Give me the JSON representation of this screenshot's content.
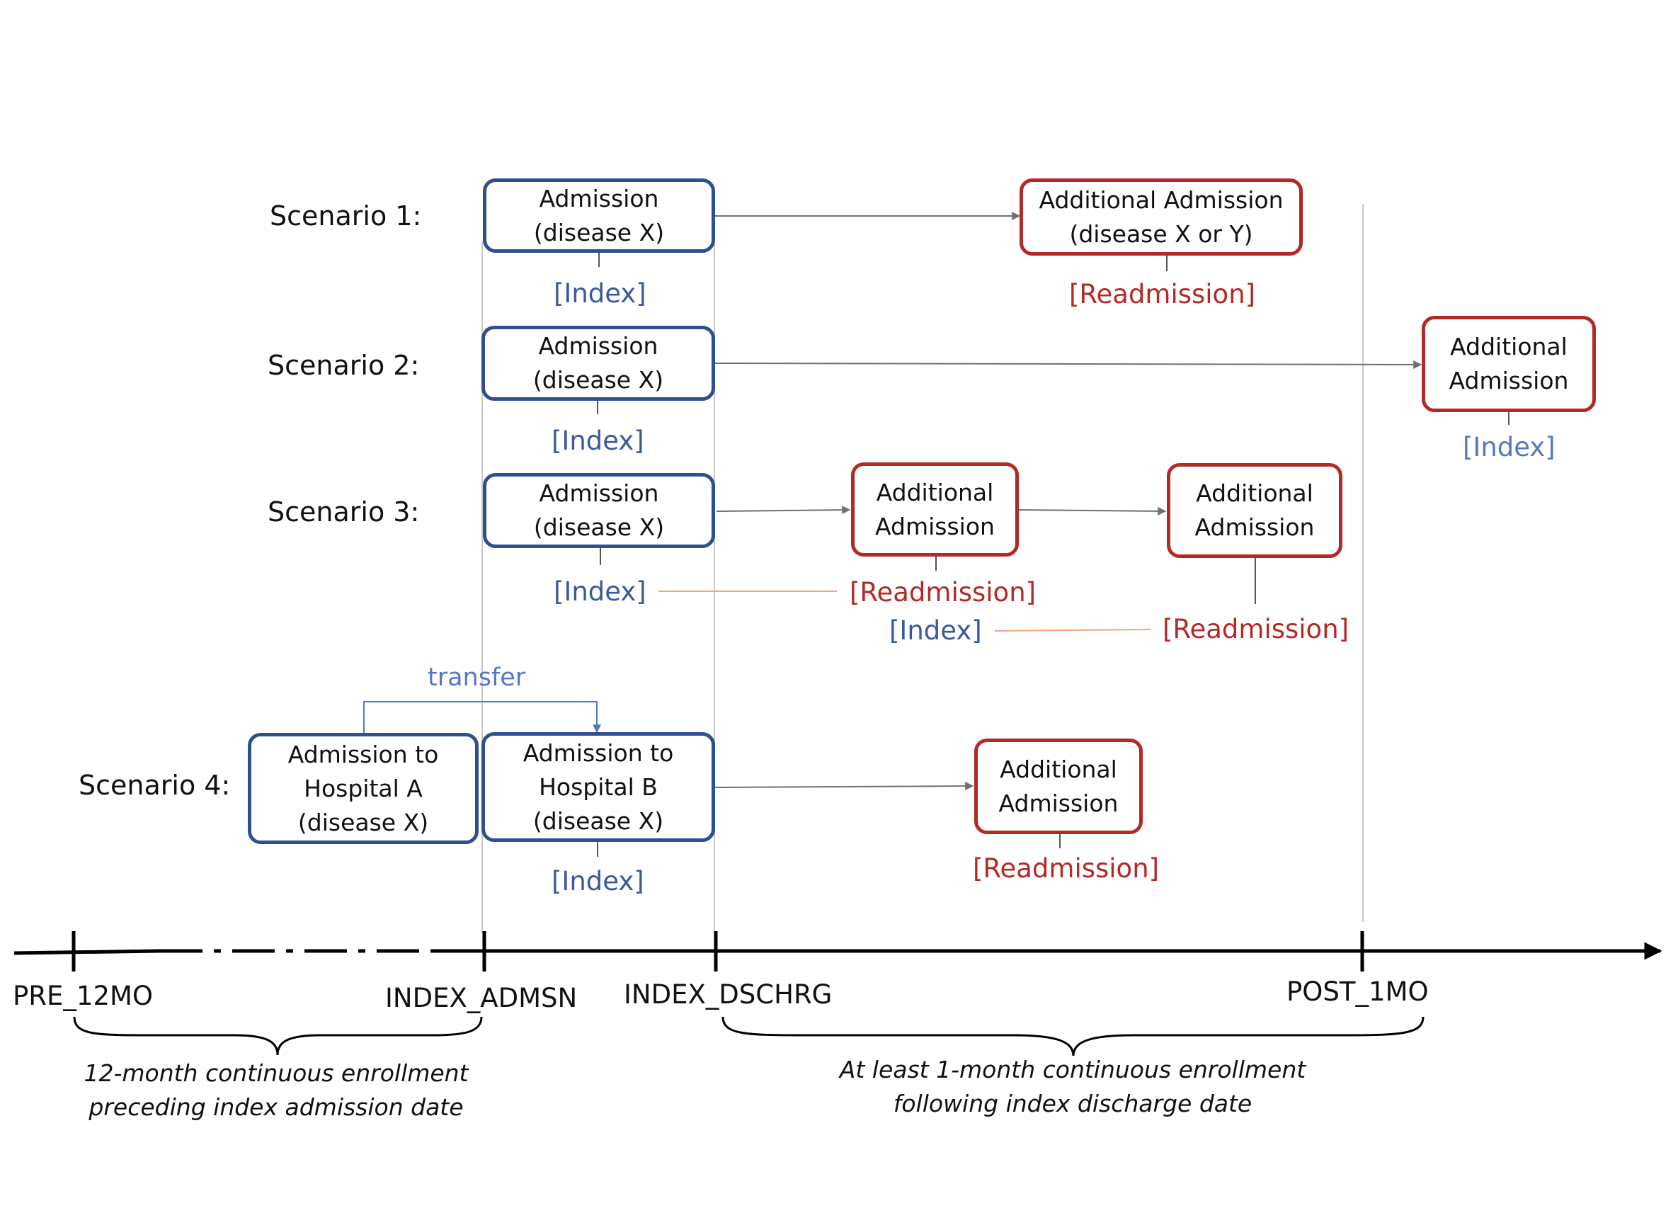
{
  "colors": {
    "blue": "#2f4f8f",
    "red": "#b22a26",
    "light_blue": "#5578c4",
    "connector_orange": "#f2a47e",
    "arrow_gray": "#707070"
  },
  "scenarios": {
    "s1": {
      "label": "Scenario 1:",
      "index_box": [
        "Admission",
        "(disease X)"
      ],
      "index_tag": "[Index]",
      "readmit_box": [
        "Additional Admission",
        "(disease X or Y)"
      ],
      "readmit_tag": "[Readmission]"
    },
    "s2": {
      "label": "Scenario 2:",
      "index_box": [
        "Admission",
        "(disease X)"
      ],
      "index_tag": "[Index]",
      "later_box": [
        "Additional",
        "Admission"
      ],
      "later_tag": "[Index]"
    },
    "s3": {
      "label": "Scenario 3:",
      "index_box": [
        "Admission",
        "(disease X)"
      ],
      "index_tag": "[Index]",
      "mid_box": [
        "Additional",
        "Admission"
      ],
      "mid_readmit_tag": "[Readmission]",
      "mid_index_tag": "[Index]",
      "last_box": [
        "Additional",
        "Admission"
      ],
      "last_readmit_tag": "[Readmission]"
    },
    "s4": {
      "label": "Scenario 4:",
      "transfer_label": "transfer",
      "hospital_a_box": [
        "Admission to",
        "Hospital A",
        "(disease X)"
      ],
      "hospital_b_box": [
        "Admission to",
        "Hospital B",
        "(disease X)"
      ],
      "index_tag": "[Index]",
      "readmit_box": [
        "Additional",
        "Admission"
      ],
      "readmit_tag": "[Readmission]"
    }
  },
  "timeline": {
    "ticks": [
      "PRE_12MO",
      "INDEX_ADMSN",
      "INDEX_DSCHRG",
      "POST_1MO"
    ],
    "pre_period_note": [
      "12-month continuous enrollment",
      "preceding index admission date"
    ],
    "post_period_note": [
      "At least 1-month continuous enrollment",
      "following index discharge date"
    ]
  }
}
